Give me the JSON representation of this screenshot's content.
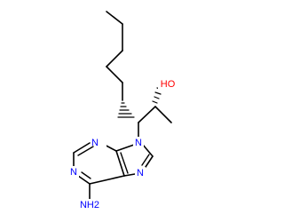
{
  "colors": {
    "background": "#ffffff",
    "bond": "#000000",
    "nitrogen": "#0000ff",
    "oxygen": "#ff0000"
  },
  "labels": {
    "hydroxyl": "HO",
    "amine": "NH2",
    "n9": "N",
    "n7": "N",
    "n3": "N",
    "n1": "N"
  }
}
